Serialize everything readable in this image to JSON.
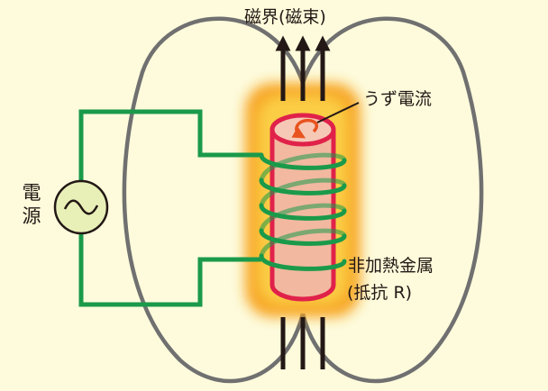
{
  "labels": {
    "magnetic_flux": "磁界(磁束)",
    "eddy_current": "うず電流",
    "metal": "非加熱金属",
    "resistance": "(抵抗 R)",
    "power_source": [
      "電",
      "源"
    ],
    "ac_symbol": "～"
  },
  "colors": {
    "background": "#fdfbdc",
    "field_lines": "#707070",
    "flux_arrows": "#231815",
    "coil": "#1a9a4a",
    "wiring": "#1a9a4a",
    "metal_body": "#f2b8a0",
    "metal_outline": "#e0224a",
    "heat_glow": "#f7a21b",
    "eddy_arrow": "#e8531e",
    "source_fill": "#e8f0b8"
  }
}
